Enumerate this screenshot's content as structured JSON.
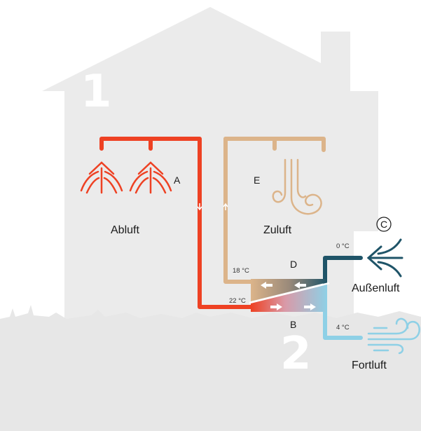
{
  "colors": {
    "house": "#ebebeb",
    "ground": "#e7e7e7",
    "exhaust": "#ee4123",
    "supply": "#dcb48a",
    "outdoor": "#1f5468",
    "discharge": "#8ed0e6",
    "arrow": "#ffffff"
  },
  "floors": {
    "upper": "1",
    "lower": "2"
  },
  "labels": {
    "abluft": "Abluft",
    "zuluft": "Zuluft",
    "aussenluft": "Außenluft",
    "fortluft": "Fortluft"
  },
  "markers": {
    "a": "A",
    "b": "B",
    "c": "C",
    "d": "D",
    "e": "E"
  },
  "temperatures": {
    "outdoor": "0 °C",
    "supply": "18 °C",
    "exhaust": "22 °C",
    "discharge": "4 °C"
  },
  "icons": {
    "exhaust_vent": "exhaust-vent-icon",
    "supply_swirl": "air-swirl-icon",
    "outdoor_inflow": "inflow-arrow-icon",
    "wind": "wind-icon"
  }
}
